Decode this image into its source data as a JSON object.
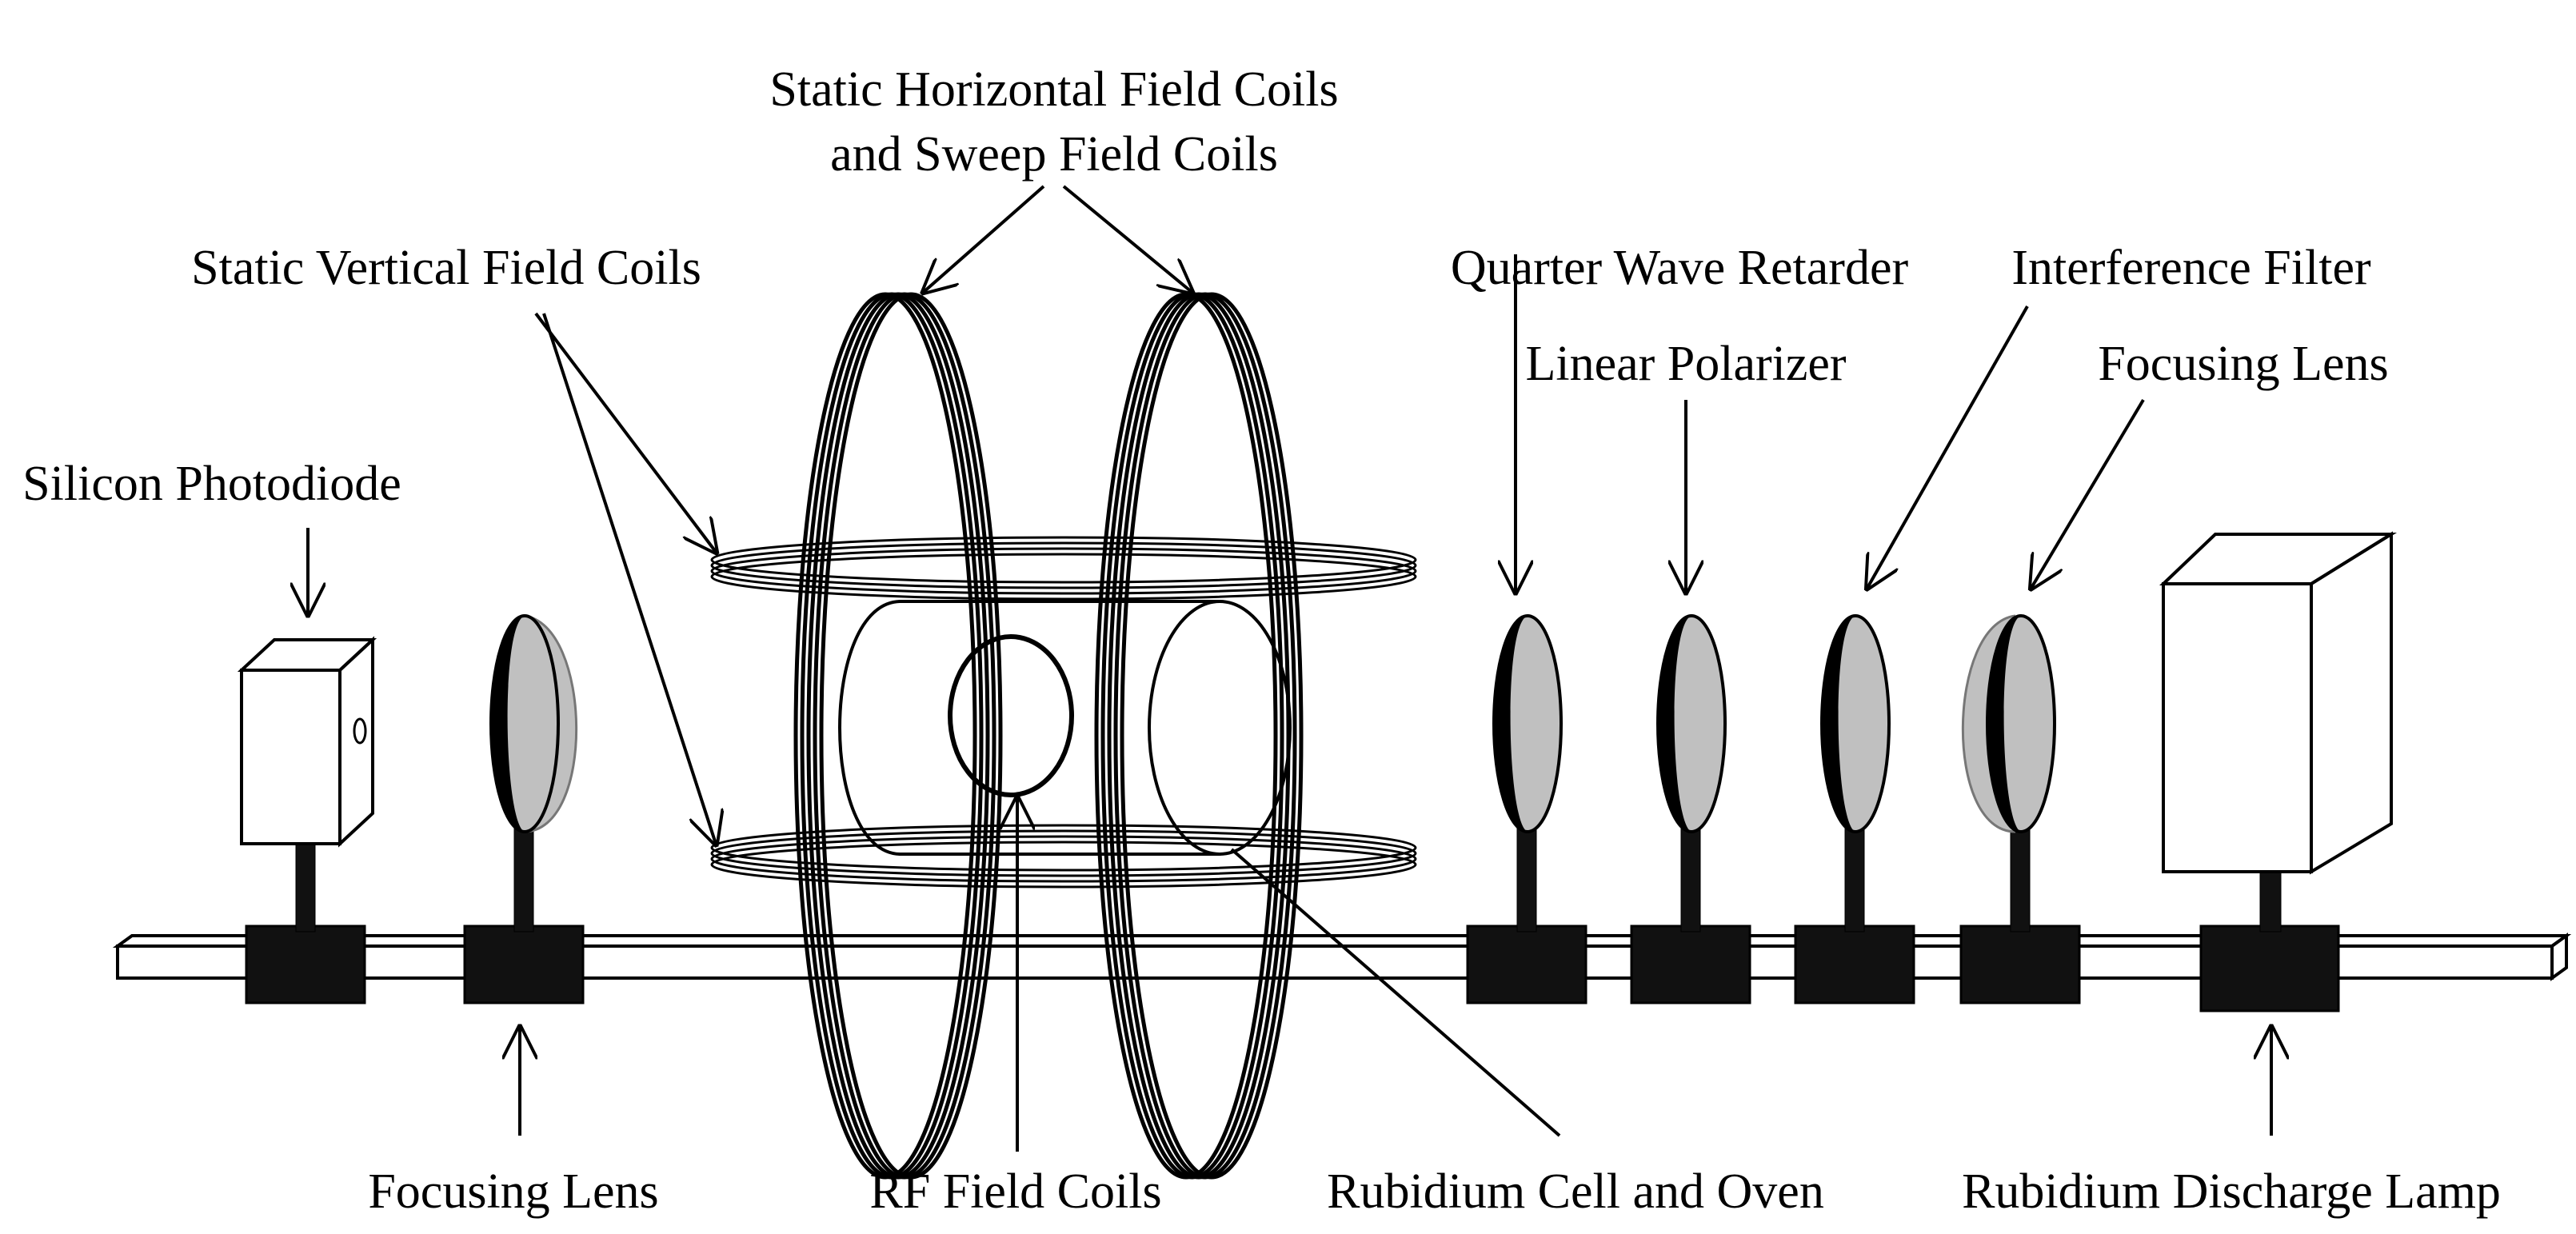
{
  "labels": {
    "static_horizontal_line1": "Static Horizontal Field Coils",
    "static_horizontal_line2": "and Sweep Field Coils",
    "static_vertical": "Static Vertical Field Coils",
    "quarter_wave": "Quarter Wave Retarder",
    "linear_polarizer": "Linear Polarizer",
    "interference_filter": "Interference Filter",
    "focusing_lens_right": "Focusing Lens",
    "silicon_photodiode": "Silicon Photodiode",
    "focusing_lens_left": "Focusing Lens",
    "rf_field_coils": "RF Field Coils",
    "rubidium_cell": "Rubidium Cell and Oven",
    "discharge_lamp": "Rubidium Discharge Lamp"
  },
  "colors": {
    "ink": "#000000",
    "optic_fill": "#c0c0c0",
    "background": "#ffffff"
  }
}
